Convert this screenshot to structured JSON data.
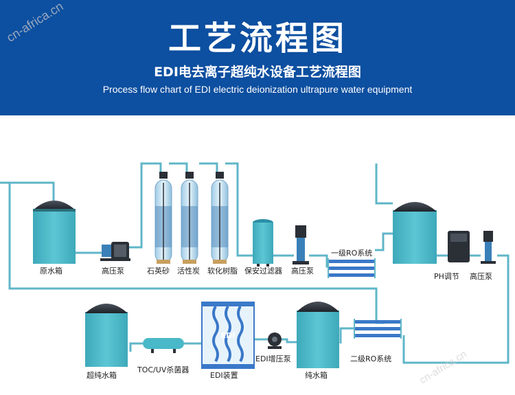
{
  "header": {
    "title_zh": "工艺流程图",
    "subtitle_zh": "EDI电去离子超纯水设备工艺流程图",
    "subtitle_en": "Process flow chart of EDI electric deionization ultrapure water equipment"
  },
  "watermarks": {
    "top_left": "cn-africa.cn",
    "bottom_right": "cn-africa.cn"
  },
  "labels": {
    "raw_water_tank": "原水箱",
    "pump1": "高压泵",
    "quartz_sand": "石英砂",
    "activated_carbon": "活性炭",
    "softener_resin": "软化树脂",
    "security_filter": "保安过滤器",
    "pump2": "高压泵",
    "ro1": "一级RO系统",
    "ph_adjust": "PH调节",
    "pump3": "高压泵",
    "ultrapure_tank": "超纯水箱",
    "toc_uv": "TOC/UV杀菌器",
    "edi_device": "EDI装置",
    "edi_pump": "EDI增压泵",
    "pure_tank": "纯水箱",
    "ro2": "二级RO系统"
  },
  "device_tags": {
    "edi": "EDI"
  },
  "colors": {
    "header_bg": "#0d4fa0",
    "tank_fill": "#49b8c8",
    "tank_dome": "#2a2f36",
    "pipe": "#5fb6c8",
    "edi_blue": "#3a78c8",
    "pump_dark": "#2b2f36",
    "vessel_fill": "#cfe8f5"
  }
}
